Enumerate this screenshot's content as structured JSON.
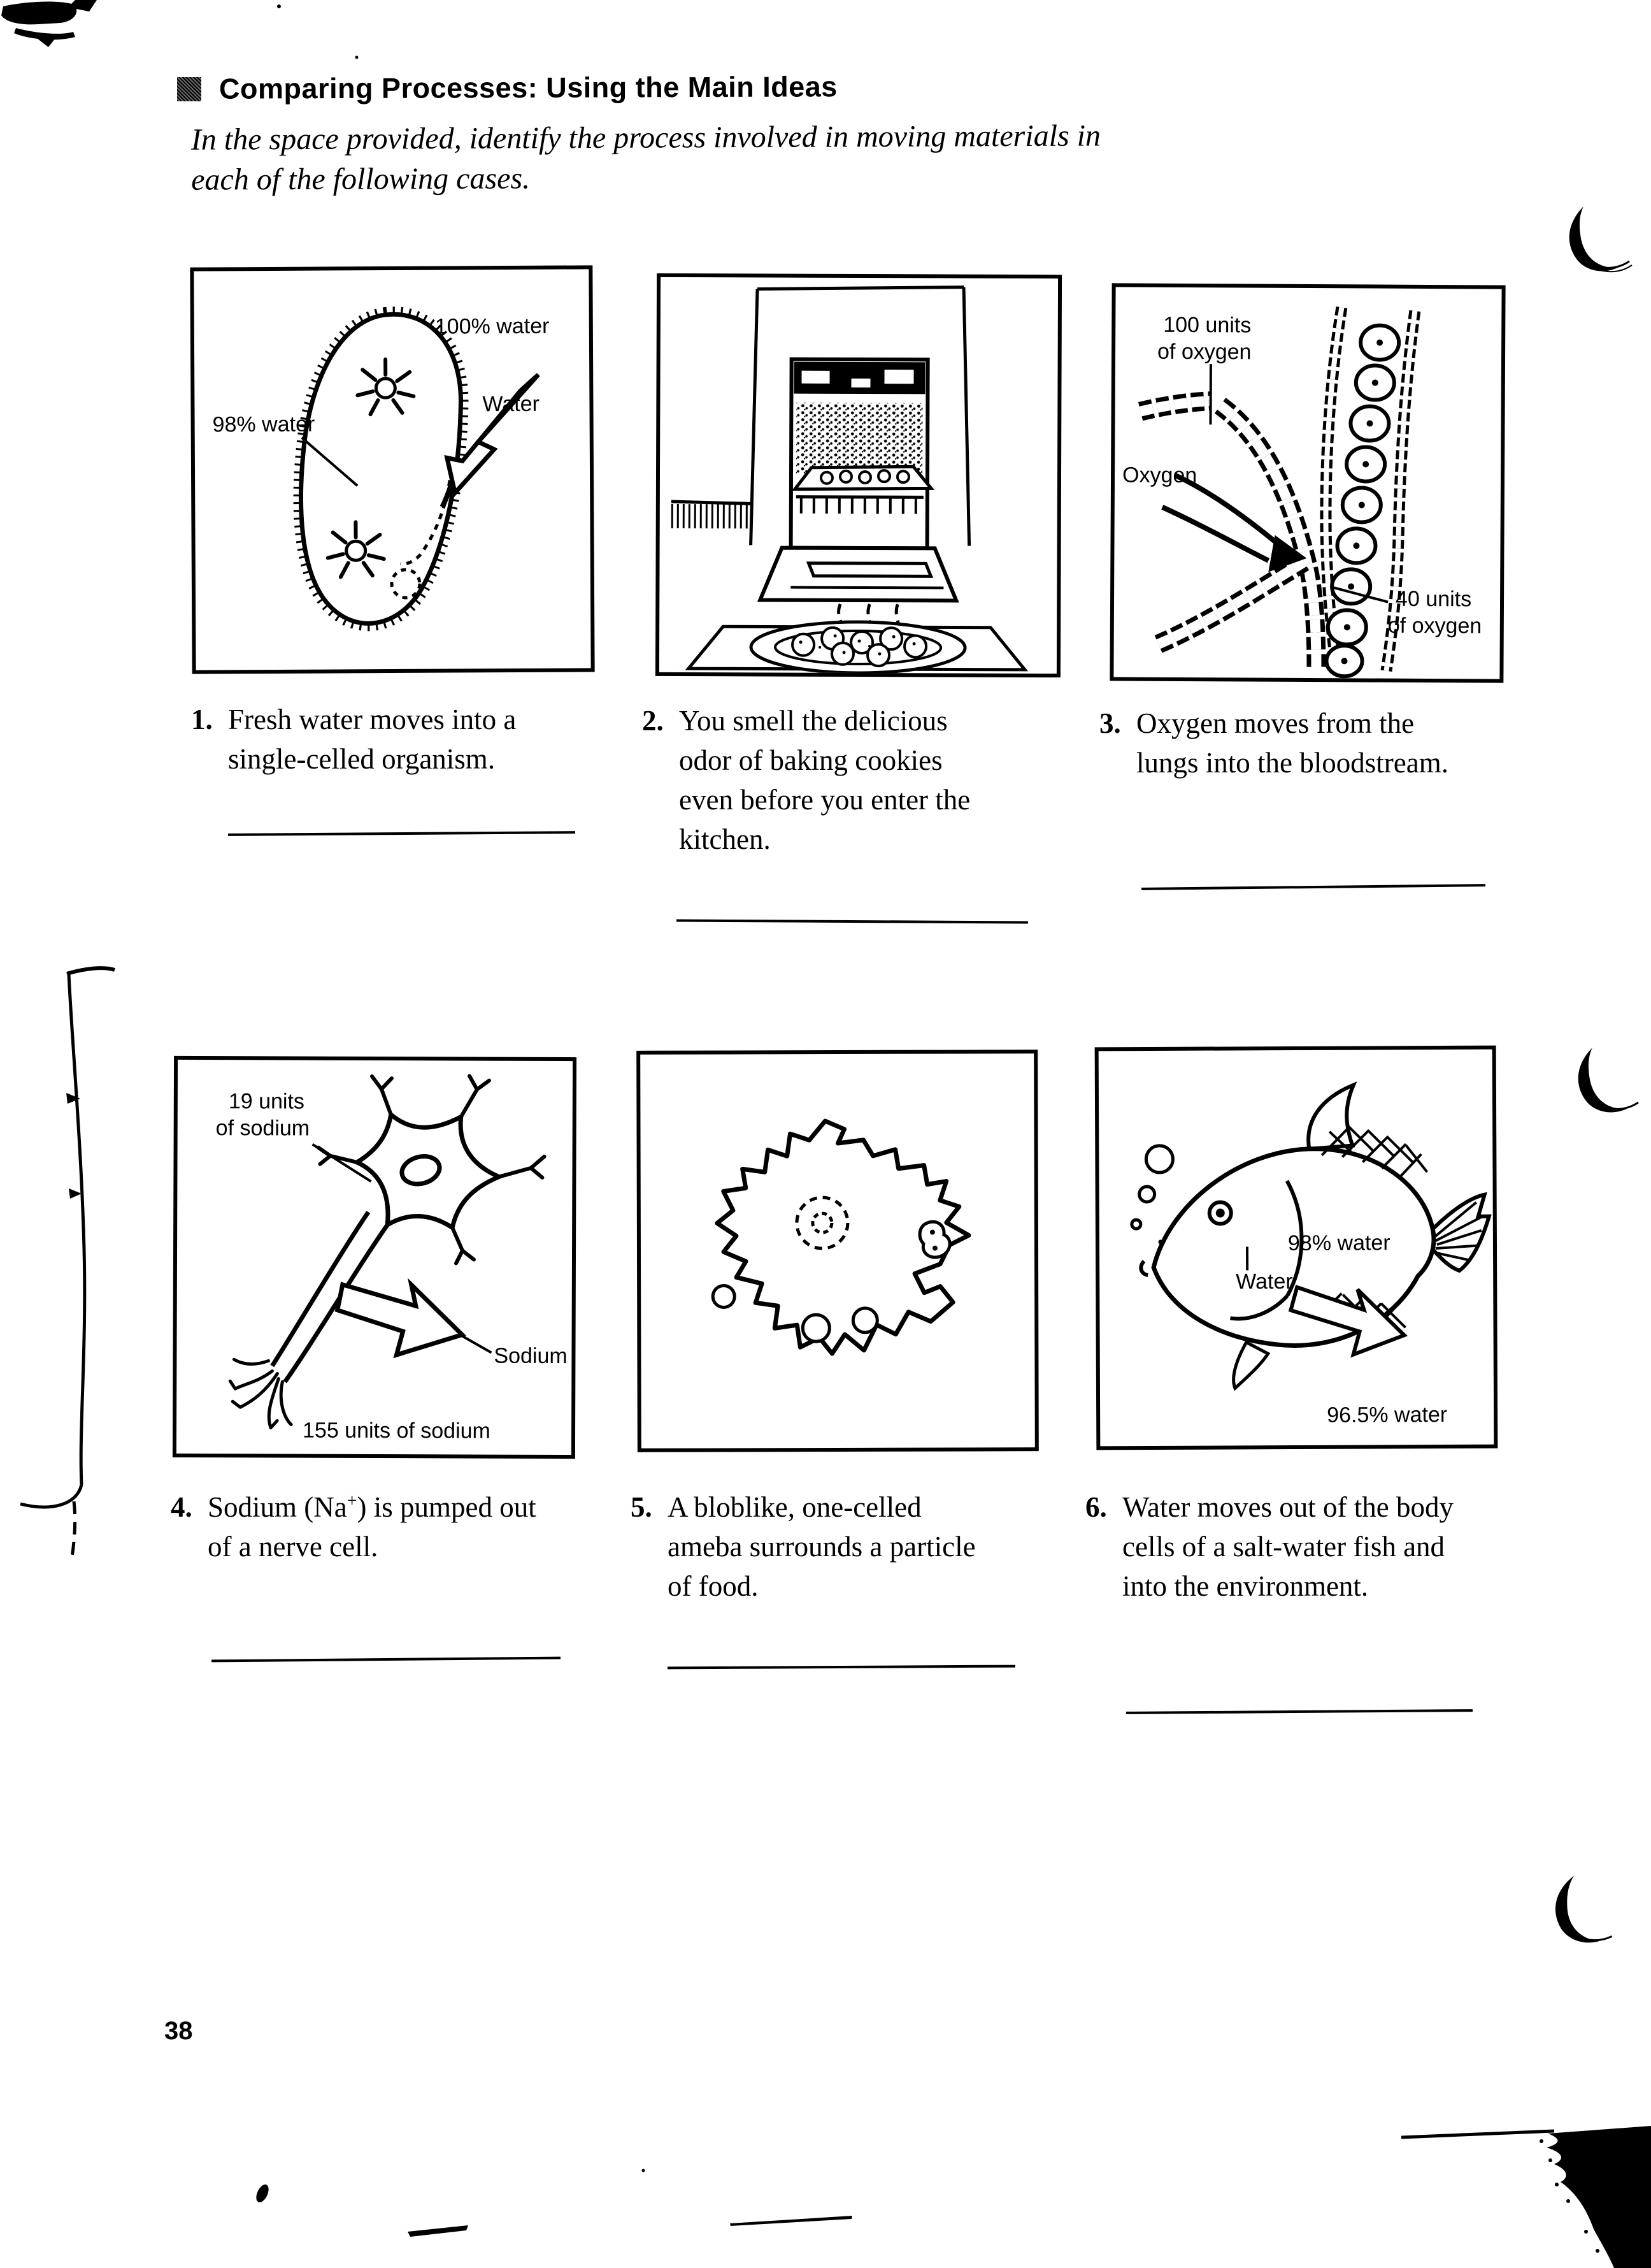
{
  "header": {
    "title": "Comparing Processes: Using the Main Ideas"
  },
  "instructions": {
    "line1": "In the space provided, identify the process involved in moving materials in",
    "line2": "each of the following cases."
  },
  "panels": {
    "p1": {
      "label_top": "100% water",
      "label_left": "98% water",
      "label_arrow": "Water"
    },
    "p3": {
      "label_top1": "100 units",
      "label_top2": "of oxygen",
      "label_left": "Oxygen",
      "label_bottom1": "40 units",
      "label_bottom2": "of oxygen"
    },
    "p4": {
      "label_top1": "19 units",
      "label_top2": "of sodium",
      "label_right": "Sodium",
      "label_bottom": "155 units of sodium"
    },
    "p6": {
      "label_inner_top": "98% water",
      "label_inner": "Water",
      "label_bottom": "96.5% water"
    }
  },
  "questions": [
    {
      "number": "1.",
      "text": "Fresh water moves into a single-celled organism."
    },
    {
      "number": "2.",
      "text": "You smell the delicious odor of baking cookies even before you enter the kitchen."
    },
    {
      "number": "3.",
      "text": "Oxygen moves from the lungs into the bloodstream."
    },
    {
      "number": "4.",
      "pre": "Sodium (Na",
      "sup": "+",
      "post": ") is pumped out of a nerve cell."
    },
    {
      "number": "5.",
      "text": "A bloblike, one-celled ameba surrounds a particle of food."
    },
    {
      "number": "6.",
      "text": "Water moves out of the body cells of a salt-water fish and into the environment."
    }
  ],
  "footer": {
    "page_number": "38"
  }
}
